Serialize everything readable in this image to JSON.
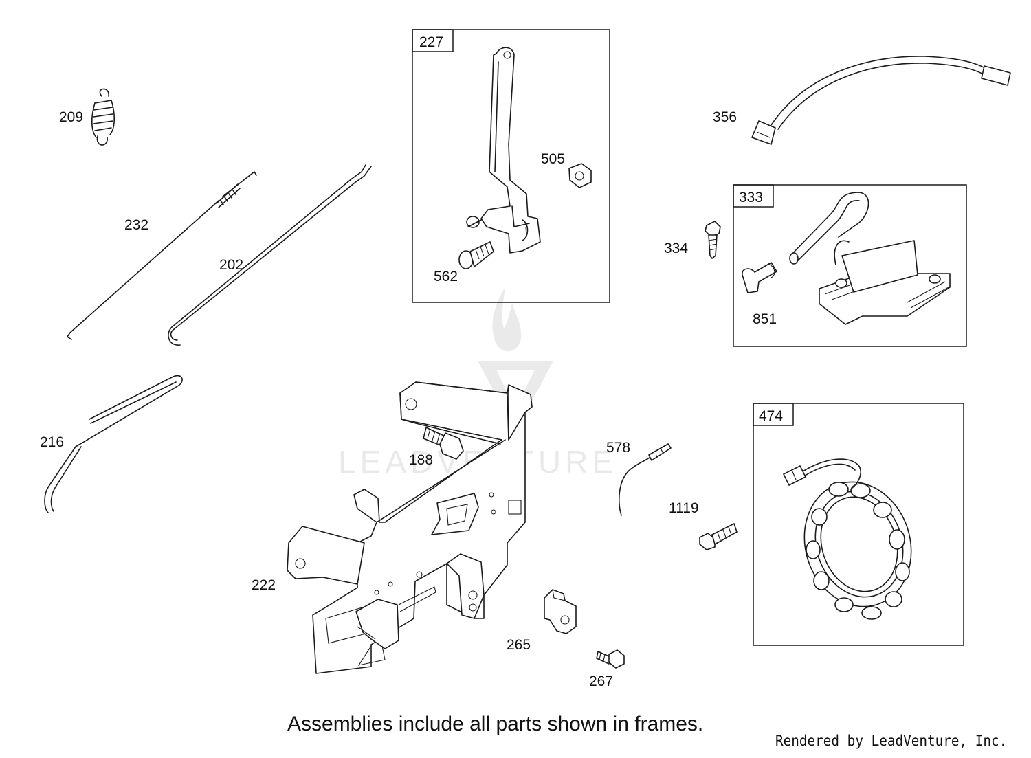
{
  "watermark": {
    "text": "LEADVENTURE"
  },
  "callouts": {
    "p209": "209",
    "p232": "232",
    "p202": "202",
    "p216": "216",
    "p227": "227",
    "p505": "505",
    "p562": "562",
    "p356": "356",
    "p333": "333",
    "p334": "334",
    "p851": "851",
    "p188": "188",
    "p222": "222",
    "p578": "578",
    "p1119": "1119",
    "p265": "265",
    "p267": "267",
    "p474": "474"
  },
  "footer": {
    "note": "Assemblies include all parts shown in frames.",
    "credit": "Rendered by LeadVenture, Inc."
  }
}
